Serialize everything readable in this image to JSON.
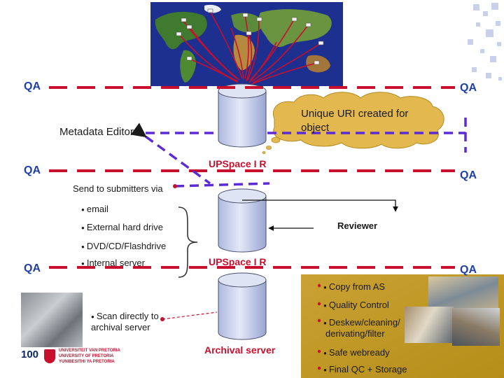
{
  "qa_label": "QA",
  "metadata_editor": "Metadata Editor",
  "uri_cloud": {
    "line1": "Unique URI created for",
    "line2": "object"
  },
  "repo_top": "UPSpace  I R",
  "repo_middle": "UPSpace  I R",
  "archival_server": "Archival server",
  "send_title": "Send to submitters via",
  "send_items": [
    "email",
    "External hard drive",
    "DVD/CD/Flashdrive",
    "Internal server"
  ],
  "reviewer": "Reviewer",
  "scan": {
    "line1": "Scan directly to",
    "line2": "archival server"
  },
  "archive_steps": [
    "Copy from AS",
    "Quality Control",
    "Deskew/cleaning/",
    "derivating/filter",
    "Safe webready",
    "Final QC + Storage"
  ],
  "logo": {
    "number": "100",
    "line1": "UNIVERSITEIT VAN PRETORIA",
    "line2": "UNIVERSITY OF PRETORIA",
    "line3": "YUNIBESITHI YA PRETORIA"
  },
  "colors": {
    "red": "#c8102e",
    "purple": "#5b2bd6",
    "blue_text": "#1f3fa8",
    "cloud": "#e3b84f",
    "gold": "#c49a22",
    "cylinder": "#cdd4ee"
  }
}
